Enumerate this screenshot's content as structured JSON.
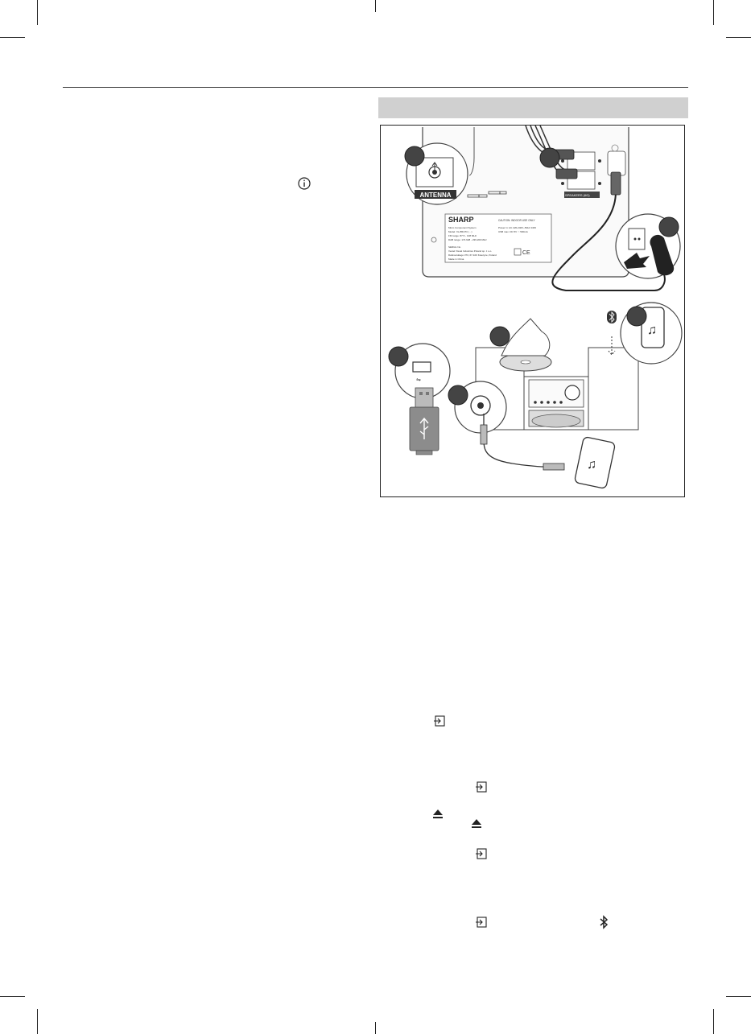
{
  "figure": {
    "antenna_label": "ANTENNA",
    "brand": "SHARP",
    "rating_label": {
      "caution": "CAUTION: INDOOR USE ONLY",
      "product": "Micro Component System",
      "model": "Model: XL-B517D (…)",
      "fm_range": "FM range: 87.5 - 108 MHz",
      "dab_range": "DAB range: 174.928 - 239.200 MHz",
      "power_in": "Power in: AC 220-240V~50Hz 34W",
      "usb": "USB max. DC 5V ⎓ 500mA",
      "serial": "SERIAL No.",
      "manufacturer": "Vestel Visual Industries Poland sp. z o.o.",
      "address": "Dabrowskiego 373, 67-100 Ksiezyce, Poland",
      "origin": "Made in China"
    },
    "speaker_terminal_label": "SPEAKERS (6Ω)"
  },
  "icons": {
    "info": "info-icon",
    "input": "input-source-icon",
    "eject": "eject-icon",
    "bluetooth": "bluetooth-icon"
  }
}
